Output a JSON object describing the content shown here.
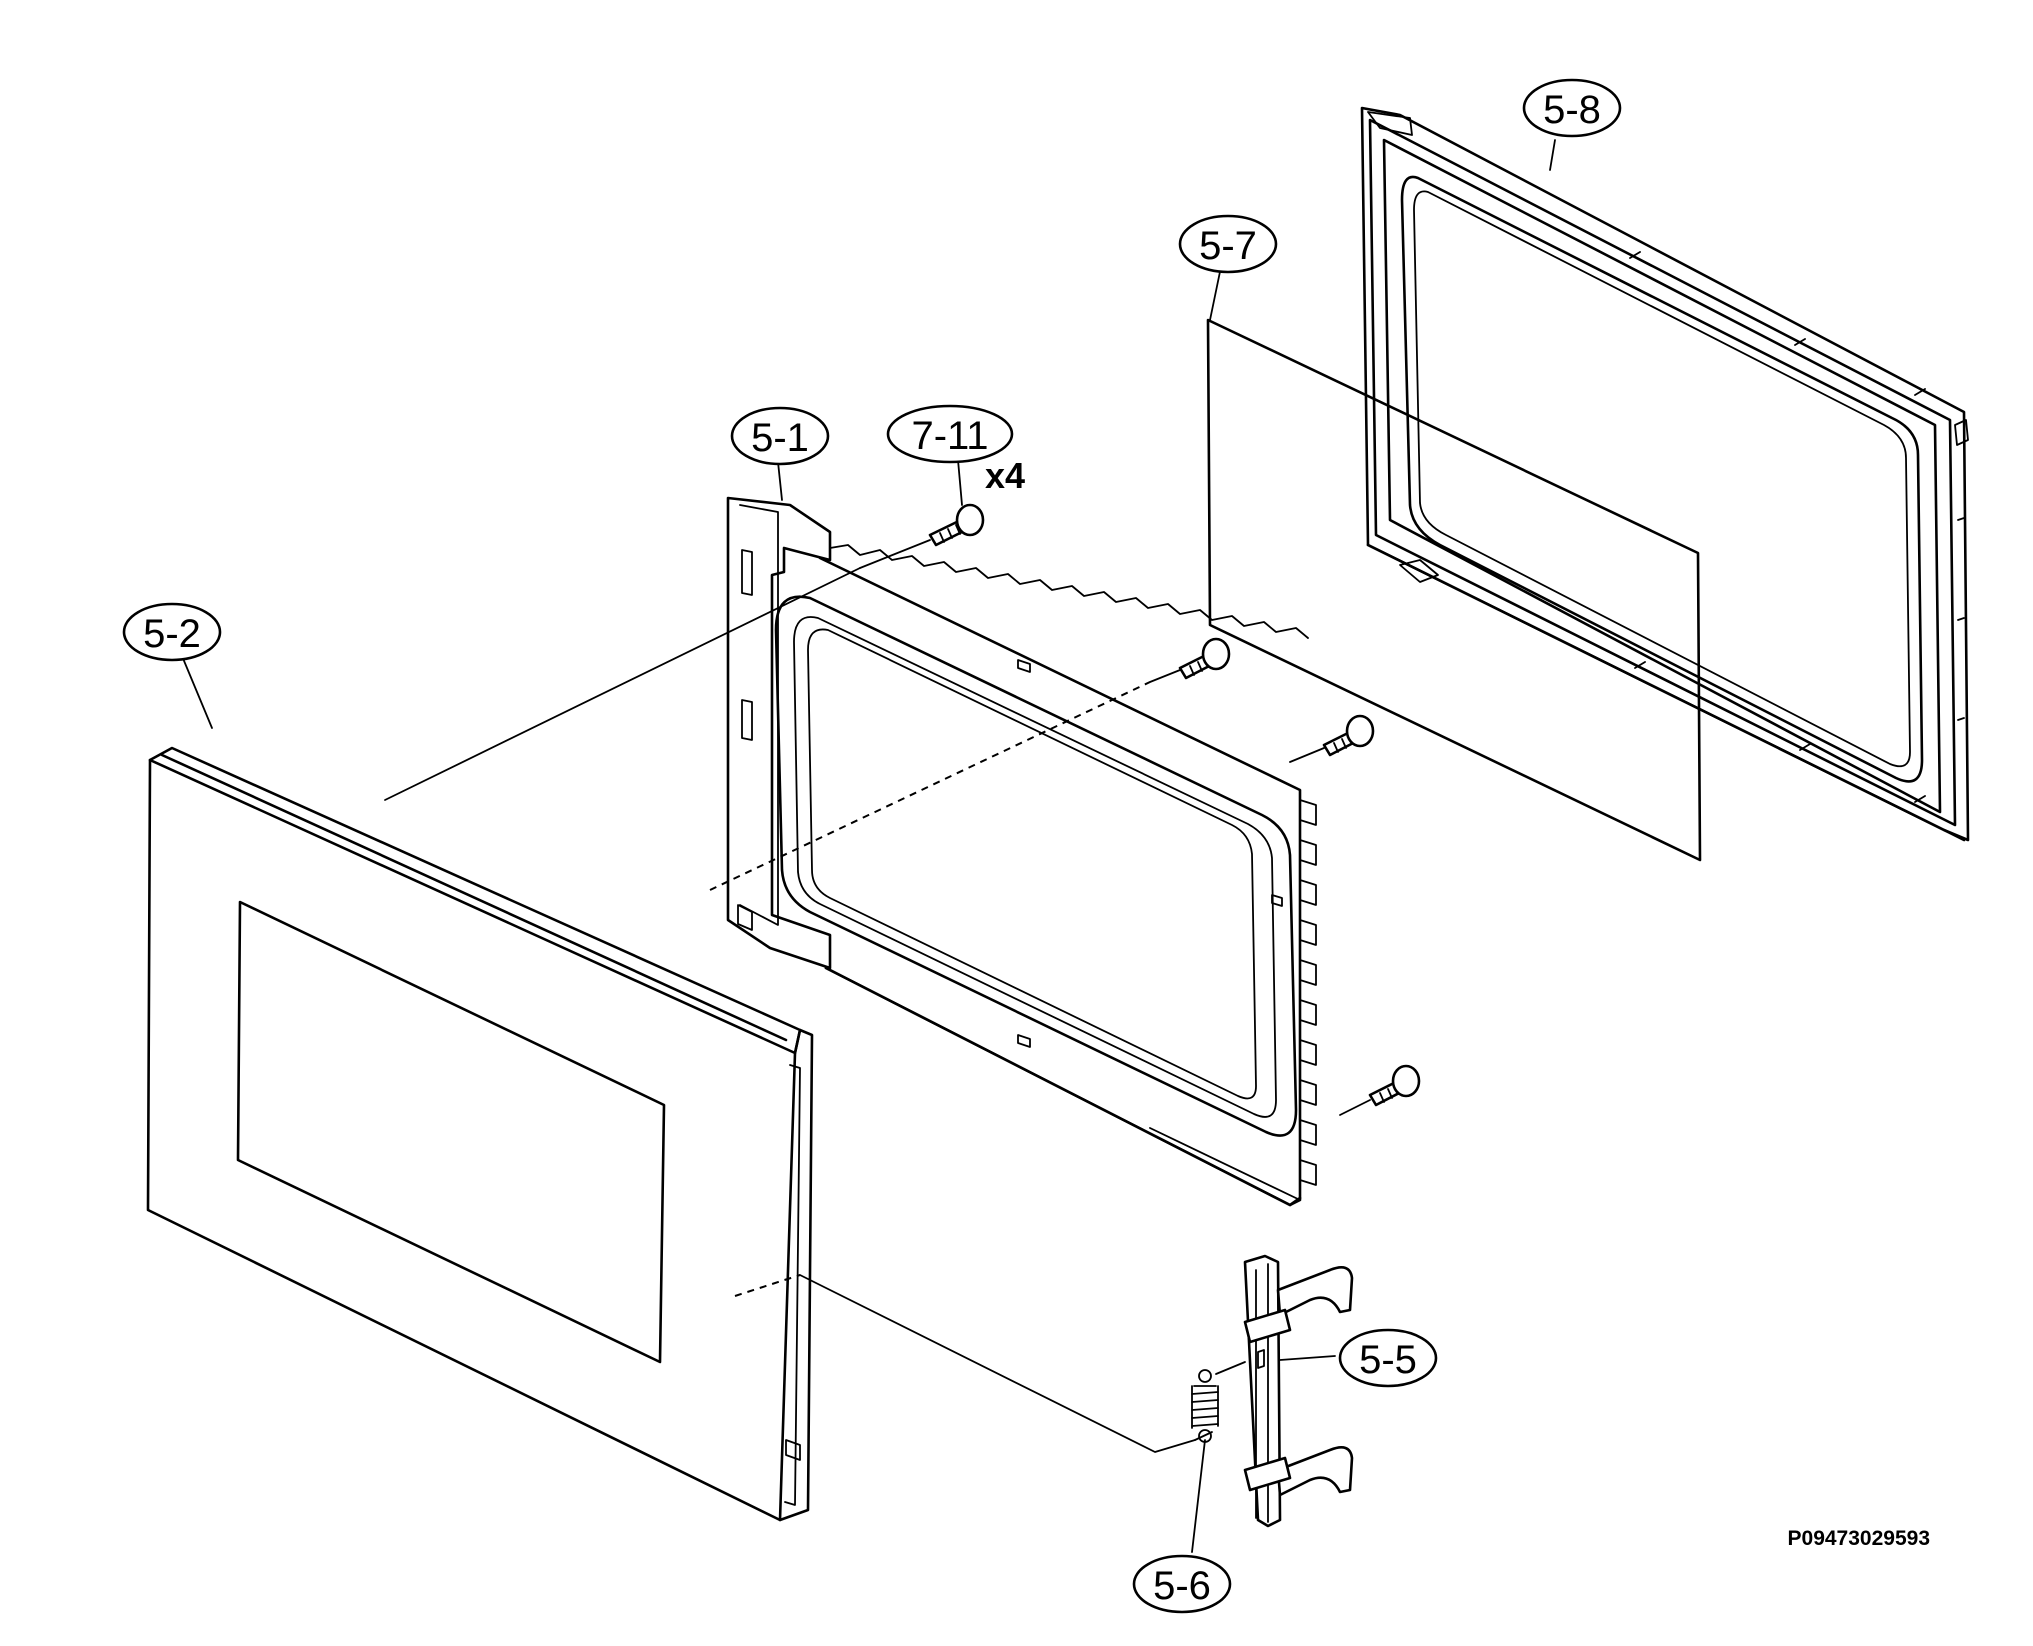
{
  "labels": {
    "p5_1": "5-1",
    "p5_2": "5-2",
    "p5_5": "5-5",
    "p5_6": "5-6",
    "p5_7": "5-7",
    "p5_8": "5-8",
    "p7_11": "7-11",
    "qty_7_11": "x4"
  },
  "diagram_code": "P09473029593"
}
